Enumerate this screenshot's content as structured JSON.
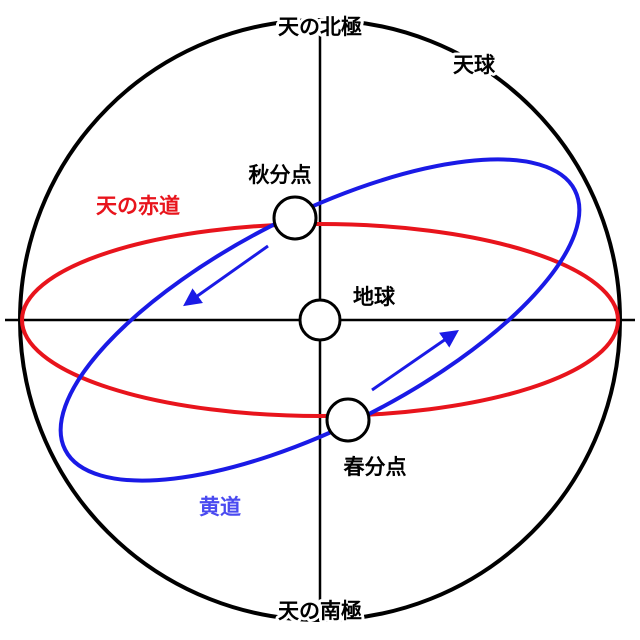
{
  "labels": {
    "north_pole": "天の北極",
    "south_pole": "天の南極",
    "celestial_sphere": "天球",
    "celestial_equator": "天の赤道",
    "ecliptic": "黄道",
    "earth": "地球",
    "autumnal_equinox": "秋分点",
    "vernal_equinox": "春分点"
  },
  "colors": {
    "sphere": "#000000",
    "equator": "#e8141c",
    "ecliptic": "#1a1ae6",
    "ecliptic_label": "#4a4af0",
    "text": "#000000"
  }
}
